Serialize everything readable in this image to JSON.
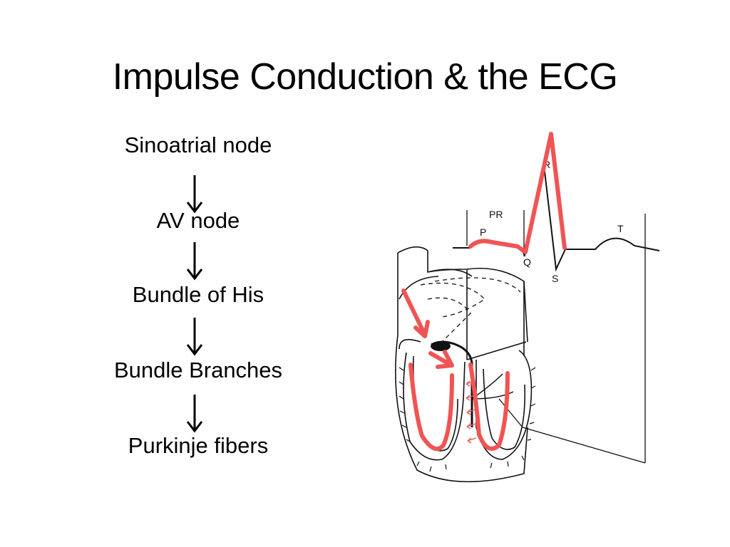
{
  "slide": {
    "title": "Impulse Conduction & the ECG",
    "pathway": [
      "Sinoatrial node",
      "AV node",
      "Bundle of His",
      "Bundle Branches",
      "Purkinje fibers"
    ]
  },
  "diagram": {
    "ecg_labels": {
      "pr": "PR",
      "p": "P",
      "r": "R",
      "q": "Q",
      "s": "S",
      "t": "T"
    },
    "highlight_color": "#f05454",
    "line_color": "#111111"
  }
}
